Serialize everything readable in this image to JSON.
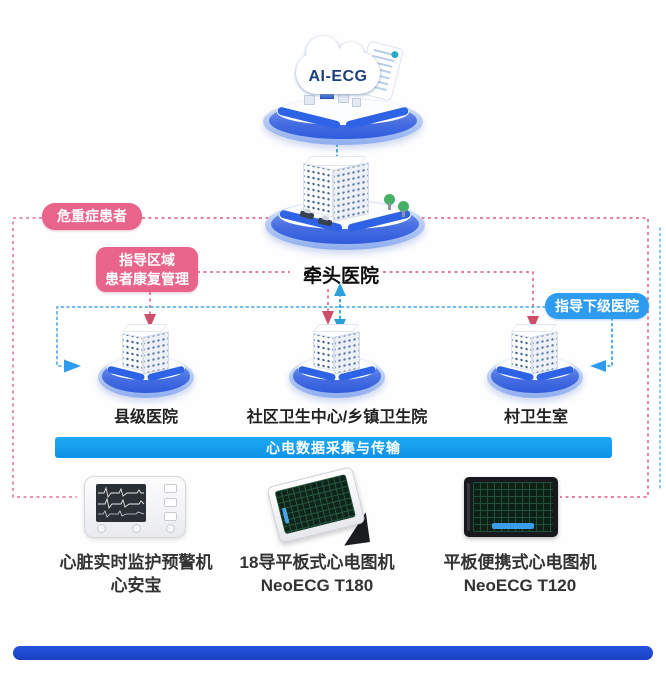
{
  "cloud": {
    "label": "AI-ECG"
  },
  "lead_hospital": {
    "label": "牵头医院"
  },
  "annotations": {
    "critical_patients": "危重症患者",
    "guide_rehab_line1": "指导区域",
    "guide_rehab_line2": "患者康复管理",
    "guide_lower": "指导下级医院"
  },
  "hospitals": [
    {
      "label": "县级医院"
    },
    {
      "label": "社区卫生中心/乡镇卫生院"
    },
    {
      "label": "村卫生室"
    }
  ],
  "banner": {
    "label": "心电数据采集与传输"
  },
  "devices": [
    {
      "line1": "心脏实时监护预警机",
      "line2": "心安宝"
    },
    {
      "line1": "18导平板式心电图机",
      "line2": "NeoECG T180"
    },
    {
      "line1": "平板便携式心电图机",
      "line2": "NeoECG T120"
    }
  ],
  "colors": {
    "accent_red": "#DB5B7C",
    "accent_blue": "#2D9CF0",
    "line_blue": "#3FA3E6",
    "banner_blue": "#0D99EC",
    "platform_blue": "#2F5BDC",
    "bottom_bar_blue": "#1C47CF"
  }
}
